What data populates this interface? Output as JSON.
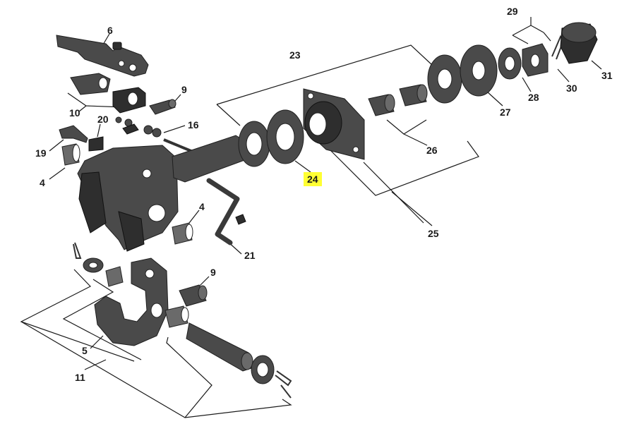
{
  "diagram": {
    "callouts": {
      "c6": "6",
      "c9a": "9",
      "c10": "10",
      "c20": "20",
      "c16": "16",
      "c19": "19",
      "c4a": "4",
      "c4b": "4",
      "c21": "21",
      "c9b": "9",
      "c5": "5",
      "c11": "11",
      "c23": "23",
      "c24": "24",
      "c25": "25",
      "c26": "26",
      "c27": "27",
      "c28": "28",
      "c29": "29",
      "c30": "30",
      "c31": "31"
    },
    "highlight_color": "#ffff33",
    "part_color": "#4a4a4a"
  }
}
